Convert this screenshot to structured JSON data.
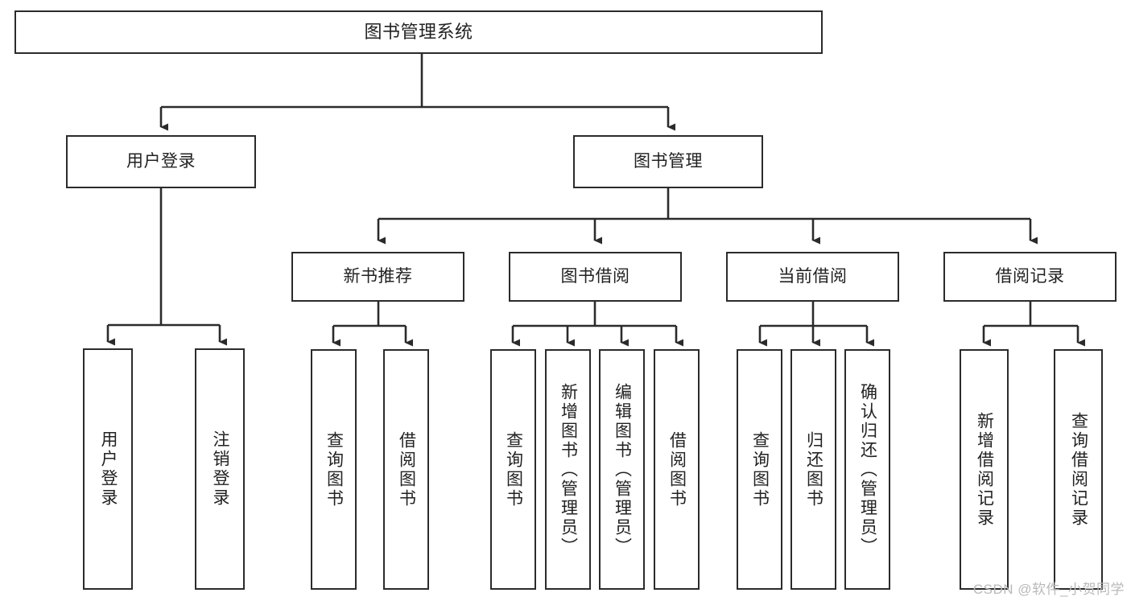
{
  "diagram": {
    "type": "tree",
    "title": "图书管理系统",
    "watermark": "CSDN @软件_小贺同学",
    "colors": {
      "box_border": "#2b2b2b",
      "box_fill": "#ffffff",
      "edge": "#2b2b2b",
      "text": "#222222",
      "watermark": "#b9b9b9"
    },
    "nodes": {
      "root": {
        "label": "图书管理系统"
      },
      "level2": [
        {
          "label": "用户登录"
        },
        {
          "label": "图书管理"
        }
      ],
      "level3": [
        {
          "label": "新书推荐"
        },
        {
          "label": "图书借阅"
        },
        {
          "label": "当前借阅"
        },
        {
          "label": "借阅记录"
        }
      ],
      "leaves": {
        "user_login": [
          {
            "label": "用户登录"
          },
          {
            "label": "注销登录"
          }
        ],
        "new_book_recommend": [
          {
            "label": "查询图书"
          },
          {
            "label": "借阅图书"
          }
        ],
        "book_borrow": [
          {
            "label": "查询图书"
          },
          {
            "label": "新增图书（管理员）"
          },
          {
            "label": "编辑图书（管理员）"
          },
          {
            "label": "借阅图书"
          }
        ],
        "current_borrow": [
          {
            "label": "查询图书"
          },
          {
            "label": "归还图书"
          },
          {
            "label": "确认归还（管理员）"
          }
        ],
        "borrow_record": [
          {
            "label": "新增借阅记录"
          },
          {
            "label": "查询借阅记录"
          }
        ]
      }
    }
  }
}
